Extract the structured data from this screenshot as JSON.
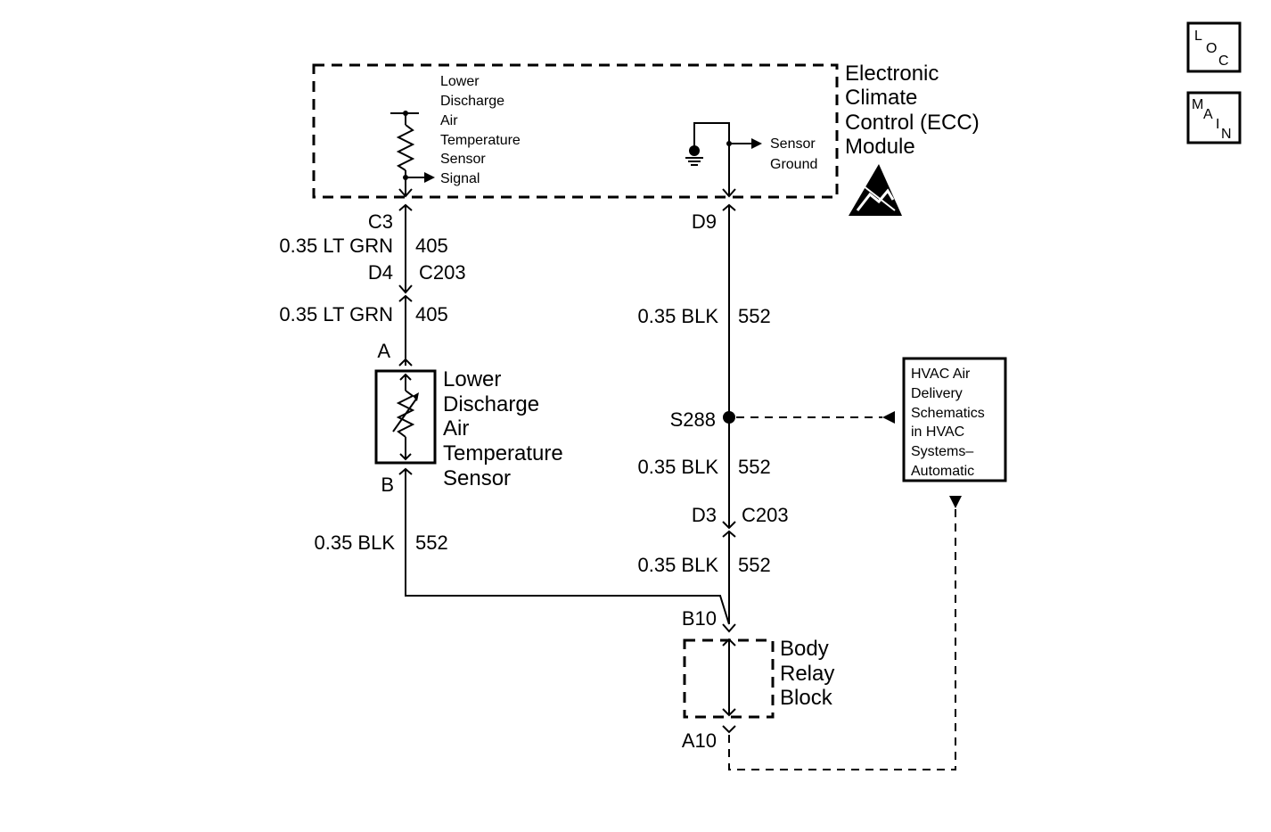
{
  "ecc_module": {
    "title_lines": [
      "Electronic",
      "Climate",
      "Control (ECC)",
      "Module"
    ],
    "signal_label_lines": [
      "Lower",
      "Discharge",
      "Air",
      "Temperature",
      "Sensor",
      "Signal"
    ],
    "ground_label_lines": [
      "Sensor",
      "Ground"
    ],
    "esd_icon": "esd-warning-icon"
  },
  "connectors": {
    "c3": "C3",
    "d4": "D4",
    "c203_left": "C203",
    "d9": "D9",
    "d3": "D3",
    "c203_right": "C203",
    "a": "A",
    "b": "B",
    "b10": "B10",
    "a10": "A10"
  },
  "wires": {
    "left_top_gauge": "0.35 LT GRN",
    "left_top_circuit": "405",
    "left_mid_gauge": "0.35 LT GRN",
    "left_mid_circuit": "405",
    "left_bottom_gauge": "0.35 BLK",
    "left_bottom_circuit": "552",
    "right_top_gauge": "0.35 BLK",
    "right_top_circuit": "552",
    "right_mid_gauge": "0.35 BLK",
    "right_mid_circuit": "552",
    "right_bottom_gauge": "0.35 BLK",
    "right_bottom_circuit": "552"
  },
  "splice": {
    "label": "S288"
  },
  "sensor": {
    "label_lines": [
      "Lower",
      "Discharge",
      "Air",
      "Temperature",
      "Sensor"
    ]
  },
  "relay_block": {
    "label_lines": [
      "Body",
      "Relay",
      "Block"
    ]
  },
  "reference_box": {
    "lines": [
      "HVAC Air",
      "Delivery",
      "Schematics",
      "in HVAC",
      "Systems–",
      "Automatic"
    ]
  },
  "nav": {
    "loc": {
      "l": "L",
      "o": "O",
      "c": "C"
    },
    "main": {
      "m": "M",
      "a": "A",
      "i": "I",
      "n": "N"
    }
  }
}
